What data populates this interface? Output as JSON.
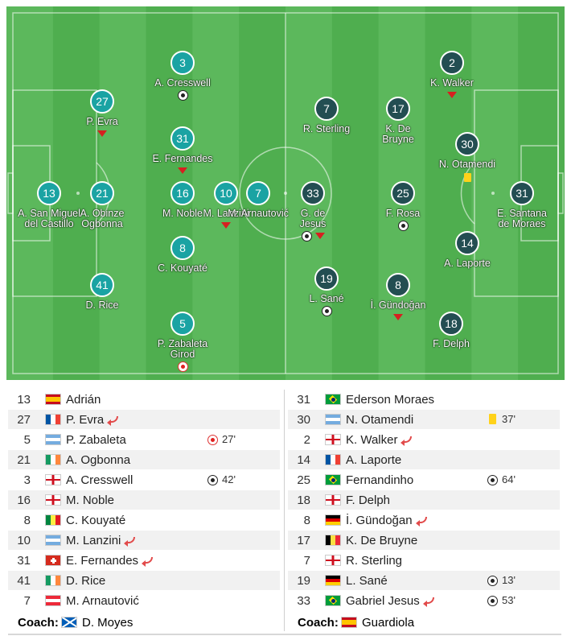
{
  "colors": {
    "home_disc": "#1aa3a3",
    "away_disc": "#234e52",
    "pitch_light": "#5cb85c",
    "pitch_dark": "#4fae4f",
    "sub_red": "#d62020",
    "yellow_card": "#ffd21a"
  },
  "pitch": {
    "home_players": [
      {
        "number": "13",
        "name": "A. San Miguel\ndel Castillo",
        "event": ""
      },
      {
        "number": "27",
        "name": "P. Evra",
        "event": "sub"
      },
      {
        "number": "21",
        "name": "A. Obinze\nOgbonna",
        "event": ""
      },
      {
        "number": "41",
        "name": "D. Rice",
        "event": ""
      },
      {
        "number": "3",
        "name": "A. Cresswell",
        "event": "goal"
      },
      {
        "number": "31",
        "name": "E. Fernandes",
        "event": "sub"
      },
      {
        "number": "16",
        "name": "M. Noble",
        "event": ""
      },
      {
        "number": "8",
        "name": "C. Kouyaté",
        "event": ""
      },
      {
        "number": "5",
        "name": "P. Zabaleta\nGirod",
        "event": "own-goal"
      },
      {
        "number": "10",
        "name": "M. Lanzini",
        "event": "sub"
      },
      {
        "number": "7",
        "name": "M. Arnautović",
        "event": ""
      }
    ],
    "away_players": [
      {
        "number": "31",
        "name": "E. Santana\nde Moraes",
        "event": ""
      },
      {
        "number": "2",
        "name": "K. Walker",
        "event": "sub"
      },
      {
        "number": "30",
        "name": "N. Otamendi",
        "event": "yellow"
      },
      {
        "number": "14",
        "name": "A. Laporte",
        "event": ""
      },
      {
        "number": "25",
        "name": "F. Rosa",
        "event": "goal"
      },
      {
        "number": "18",
        "name": "F. Delph",
        "event": ""
      },
      {
        "number": "17",
        "name": "K. De\nBruyne",
        "event": ""
      },
      {
        "number": "8",
        "name": "İ. Gündoğan",
        "event": "sub"
      },
      {
        "number": "7",
        "name": "R. Sterling",
        "event": ""
      },
      {
        "number": "19",
        "name": "L. Sané",
        "event": "goal"
      },
      {
        "number": "33",
        "name": "G. de\nJesus",
        "event": "goal-sub"
      }
    ]
  },
  "lineups": {
    "home": [
      {
        "number": "13",
        "flag": "spain-flag",
        "name": "Adrián",
        "sub": false,
        "icon": "",
        "minute": ""
      },
      {
        "number": "27",
        "flag": "france-flag",
        "name": "P. Evra",
        "sub": true,
        "icon": "",
        "minute": ""
      },
      {
        "number": "5",
        "flag": "argentina-flag",
        "name": "P. Zabaleta",
        "sub": false,
        "icon": "own-goal-icon",
        "minute": "27'"
      },
      {
        "number": "21",
        "flag": "ireland-flag",
        "name": "A. Ogbonna",
        "sub": false,
        "icon": "",
        "minute": ""
      },
      {
        "number": "3",
        "flag": "england-flag",
        "name": "A. Cresswell",
        "sub": false,
        "icon": "goal-ball-icon",
        "minute": "42'"
      },
      {
        "number": "16",
        "flag": "england-flag",
        "name": "M. Noble",
        "sub": false,
        "icon": "",
        "minute": ""
      },
      {
        "number": "8",
        "flag": "senegal-flag",
        "name": "C. Kouyaté",
        "sub": false,
        "icon": "",
        "minute": ""
      },
      {
        "number": "10",
        "flag": "argentina-flag",
        "name": "M. Lanzini",
        "sub": true,
        "icon": "",
        "minute": ""
      },
      {
        "number": "31",
        "flag": "switzerland-flag",
        "name": "E. Fernandes",
        "sub": true,
        "icon": "",
        "minute": ""
      },
      {
        "number": "41",
        "flag": "ireland-flag",
        "name": "D. Rice",
        "sub": false,
        "icon": "",
        "minute": ""
      },
      {
        "number": "7",
        "flag": "austria-flag",
        "name": "M. Arnautović",
        "sub": false,
        "icon": "",
        "minute": ""
      }
    ],
    "away": [
      {
        "number": "31",
        "flag": "brazil-flag",
        "name": "Ederson Moraes",
        "sub": false,
        "icon": "",
        "minute": ""
      },
      {
        "number": "30",
        "flag": "argentina-flag",
        "name": "N. Otamendi",
        "sub": false,
        "icon": "yellow-card-icon",
        "minute": "37'"
      },
      {
        "number": "2",
        "flag": "england-flag",
        "name": "K. Walker",
        "sub": true,
        "icon": "",
        "minute": ""
      },
      {
        "number": "14",
        "flag": "france-flag",
        "name": "A. Laporte",
        "sub": false,
        "icon": "",
        "minute": ""
      },
      {
        "number": "25",
        "flag": "brazil-flag",
        "name": "Fernandinho",
        "sub": false,
        "icon": "goal-ball-icon",
        "minute": "64'"
      },
      {
        "number": "18",
        "flag": "england-flag",
        "name": "F. Delph",
        "sub": false,
        "icon": "",
        "minute": ""
      },
      {
        "number": "8",
        "flag": "germany-flag",
        "name": "İ. Gündoğan",
        "sub": true,
        "icon": "",
        "minute": ""
      },
      {
        "number": "17",
        "flag": "belgium-flag",
        "name": "K. De Bruyne",
        "sub": false,
        "icon": "",
        "minute": ""
      },
      {
        "number": "7",
        "flag": "england-flag",
        "name": "R. Sterling",
        "sub": false,
        "icon": "",
        "minute": ""
      },
      {
        "number": "19",
        "flag": "germany-flag",
        "name": "L. Sané",
        "sub": false,
        "icon": "goal-ball-icon",
        "minute": "13'"
      },
      {
        "number": "33",
        "flag": "brazil-flag",
        "name": "Gabriel Jesus",
        "sub": true,
        "icon": "goal-ball-icon",
        "minute": "53'"
      }
    ],
    "coach_label": "Coach:",
    "home_coach": {
      "flag": "scotland-flag",
      "name": "D. Moyes"
    },
    "away_coach": {
      "flag": "spain-flag",
      "name": "Guardiola"
    }
  }
}
